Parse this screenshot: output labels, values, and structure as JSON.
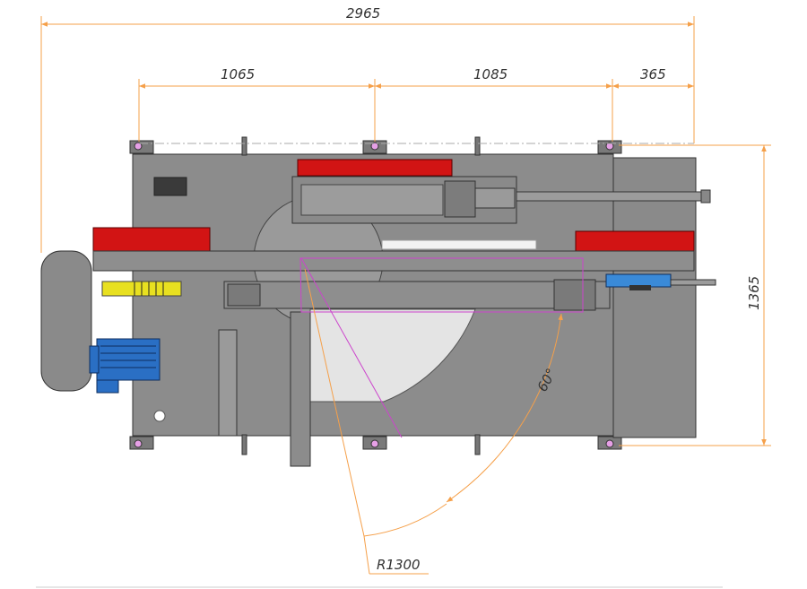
{
  "dimensions": {
    "overall_length": "2965",
    "segment_left": "1065",
    "segment_middle": "1085",
    "segment_right": "365",
    "overall_width": "1365",
    "swing_radius": "R1300",
    "swing_angle": "60°"
  },
  "colors": {
    "dimension_line": "#f5a04a",
    "frame": "#8c8c8c",
    "frame_dark": "#6e6e6e",
    "guard_red": "#d21414",
    "motor_blue": "#2a6fc4",
    "cylinder_blue": "#3a8ad8",
    "feed_yellow": "#e8e020",
    "swing_sector": "#e4e4e4",
    "cut_path": "#cc44cc"
  }
}
